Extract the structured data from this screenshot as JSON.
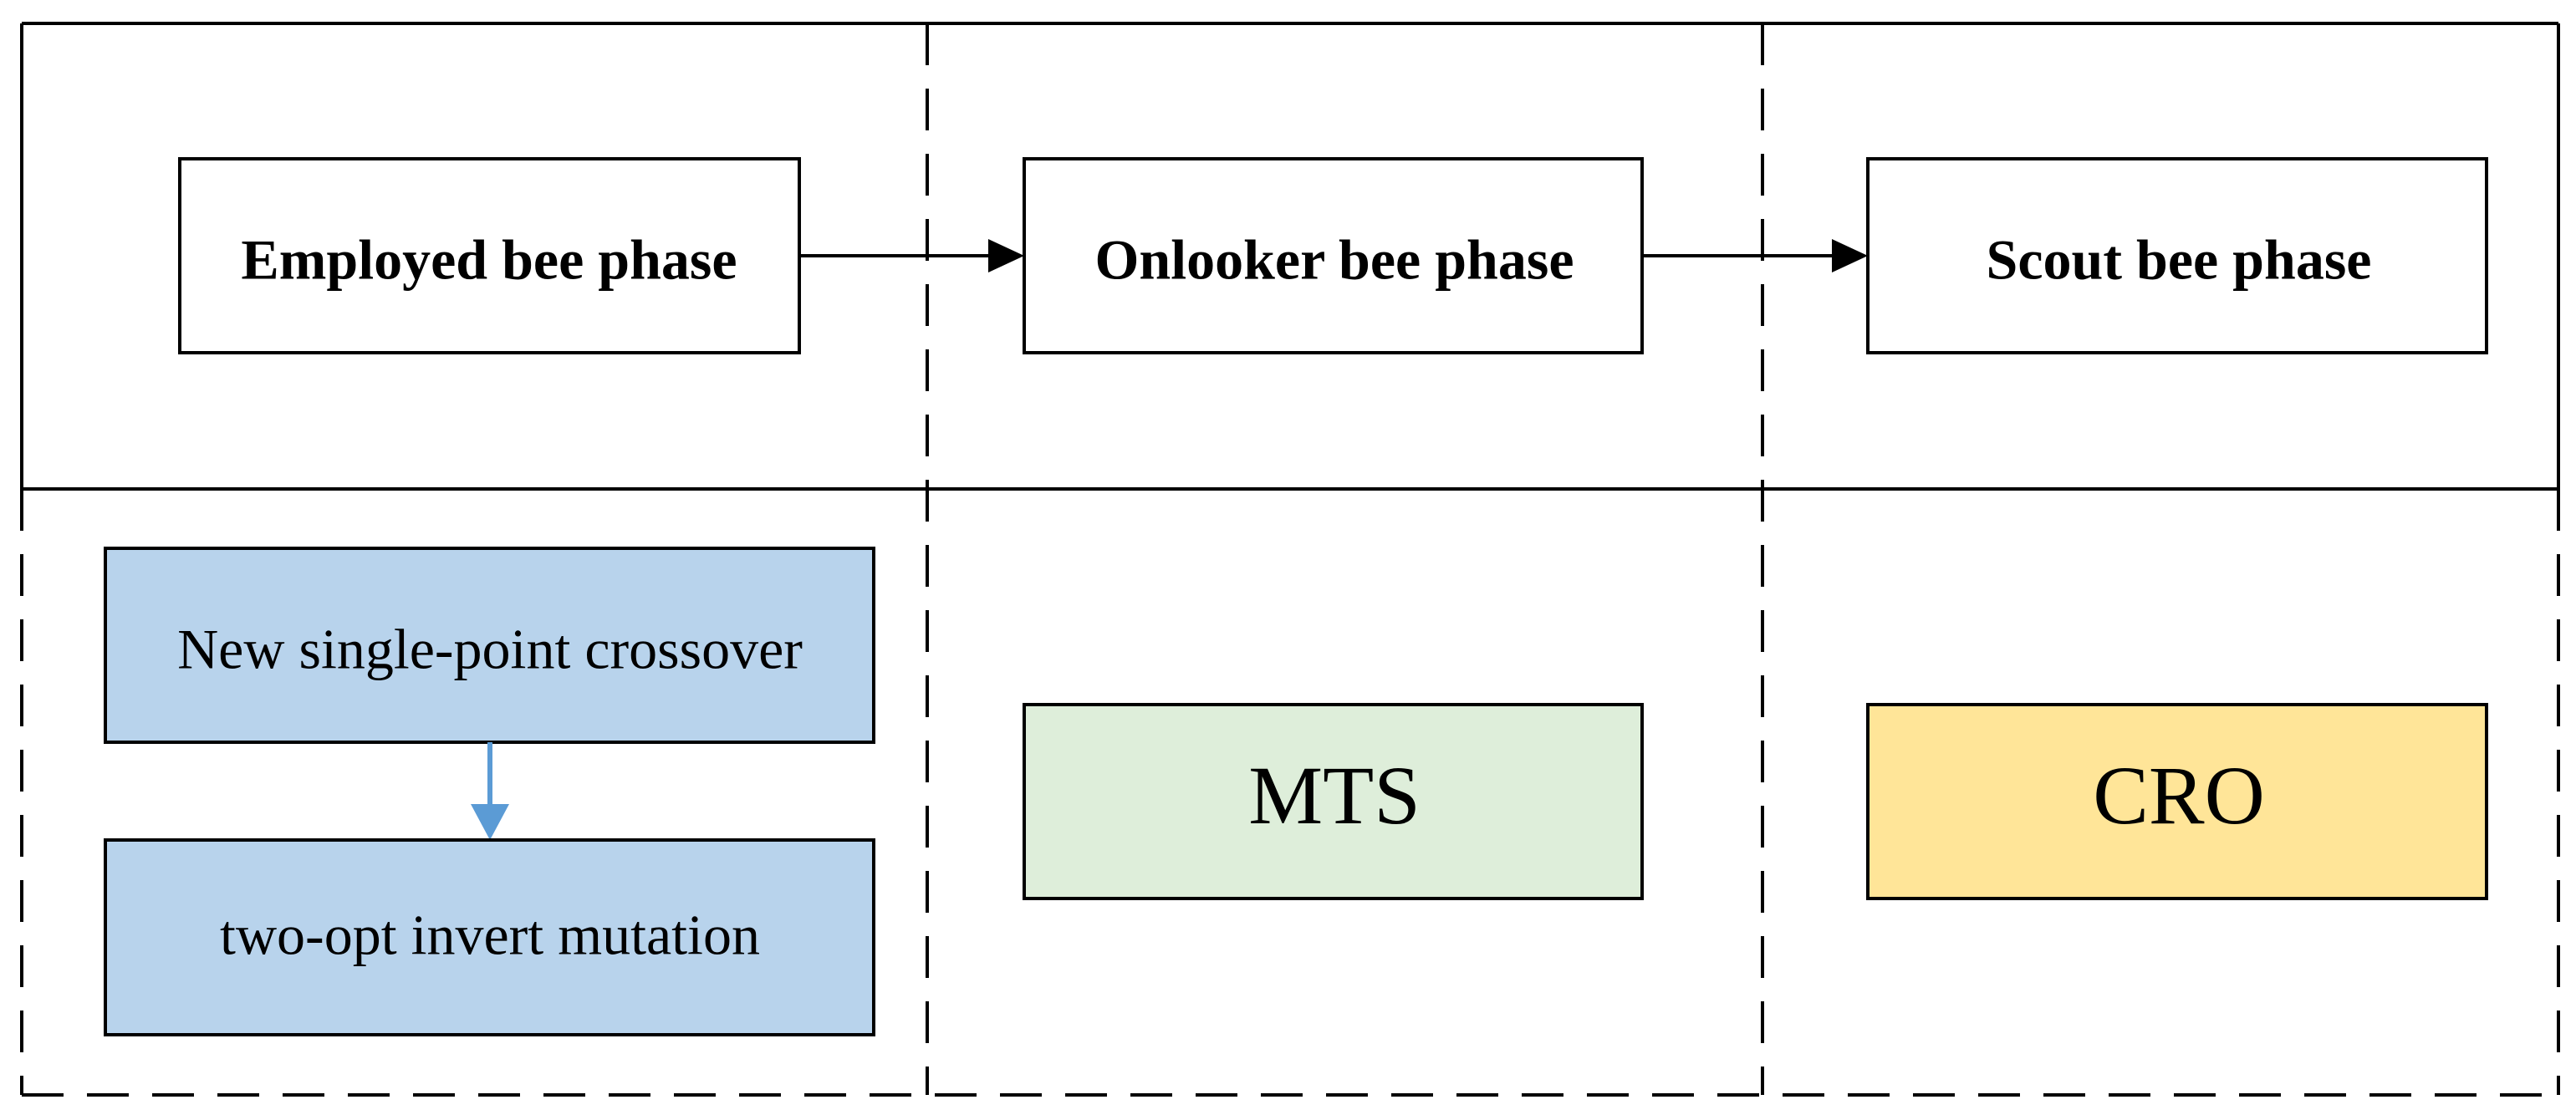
{
  "phases": [
    {
      "label": "Employed bee phase"
    },
    {
      "label": "Onlooker bee phase"
    },
    {
      "label": "Scout bee phase"
    }
  ],
  "operators": {
    "crossover": {
      "label": "New single-point crossover",
      "color": "#b8d3ec"
    },
    "mutation": {
      "label": "two-opt invert mutation",
      "color": "#b8d3ec"
    },
    "mts": {
      "label": "MTS",
      "color": "#deeeda"
    },
    "cro": {
      "label": "CRO",
      "color": "#ffe598"
    }
  },
  "colors": {
    "line": "#000000",
    "accent_arrow": "#5b9bd5"
  }
}
